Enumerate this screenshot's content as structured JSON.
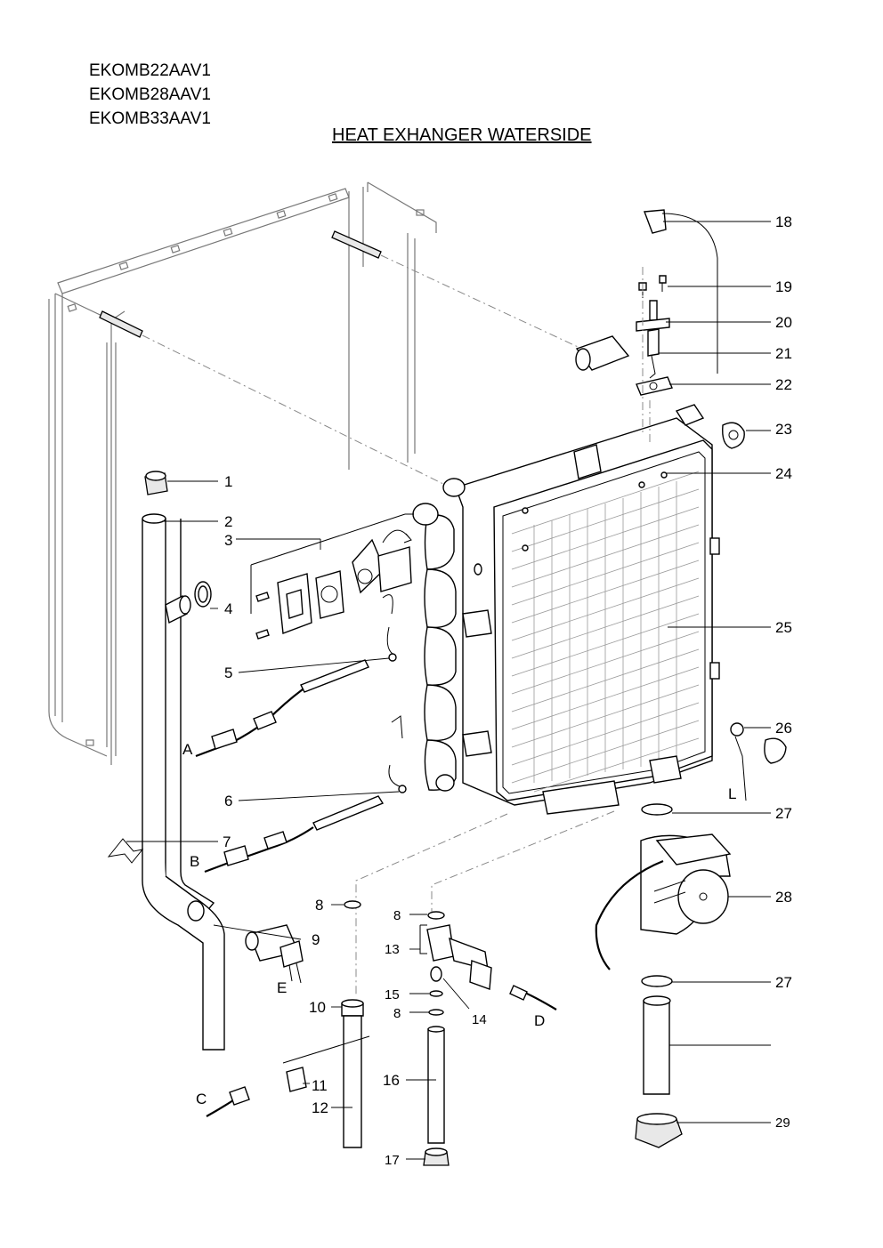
{
  "header": {
    "models": [
      "EKOMB22AAV1",
      "EKOMB28AAV1",
      "EKOMB33AAV1"
    ],
    "title": "HEAT EXHANGER WATERSIDE"
  },
  "callouts": {
    "n1": "1",
    "n2": "2",
    "n3": "3",
    "n4": "4",
    "n5": "5",
    "n6": "6",
    "n7": "7",
    "n8a": "8",
    "n8b": "8",
    "n8c": "8",
    "n9": "9",
    "n10": "10",
    "n11": "11",
    "n12": "12",
    "n13": "13",
    "n14": "14",
    "n15": "15",
    "n16": "16",
    "n17": "17",
    "n18": "18",
    "n19": "19",
    "n20": "20",
    "n21": "21",
    "n22": "22",
    "n23": "23",
    "n24": "24",
    "n25": "25",
    "n26": "26",
    "n27a": "27",
    "n27b": "27",
    "n28": "28",
    "n29": "29"
  },
  "connectors": {
    "A": "A",
    "B": "B",
    "C": "C",
    "D": "D",
    "E": "E",
    "L": "L"
  }
}
